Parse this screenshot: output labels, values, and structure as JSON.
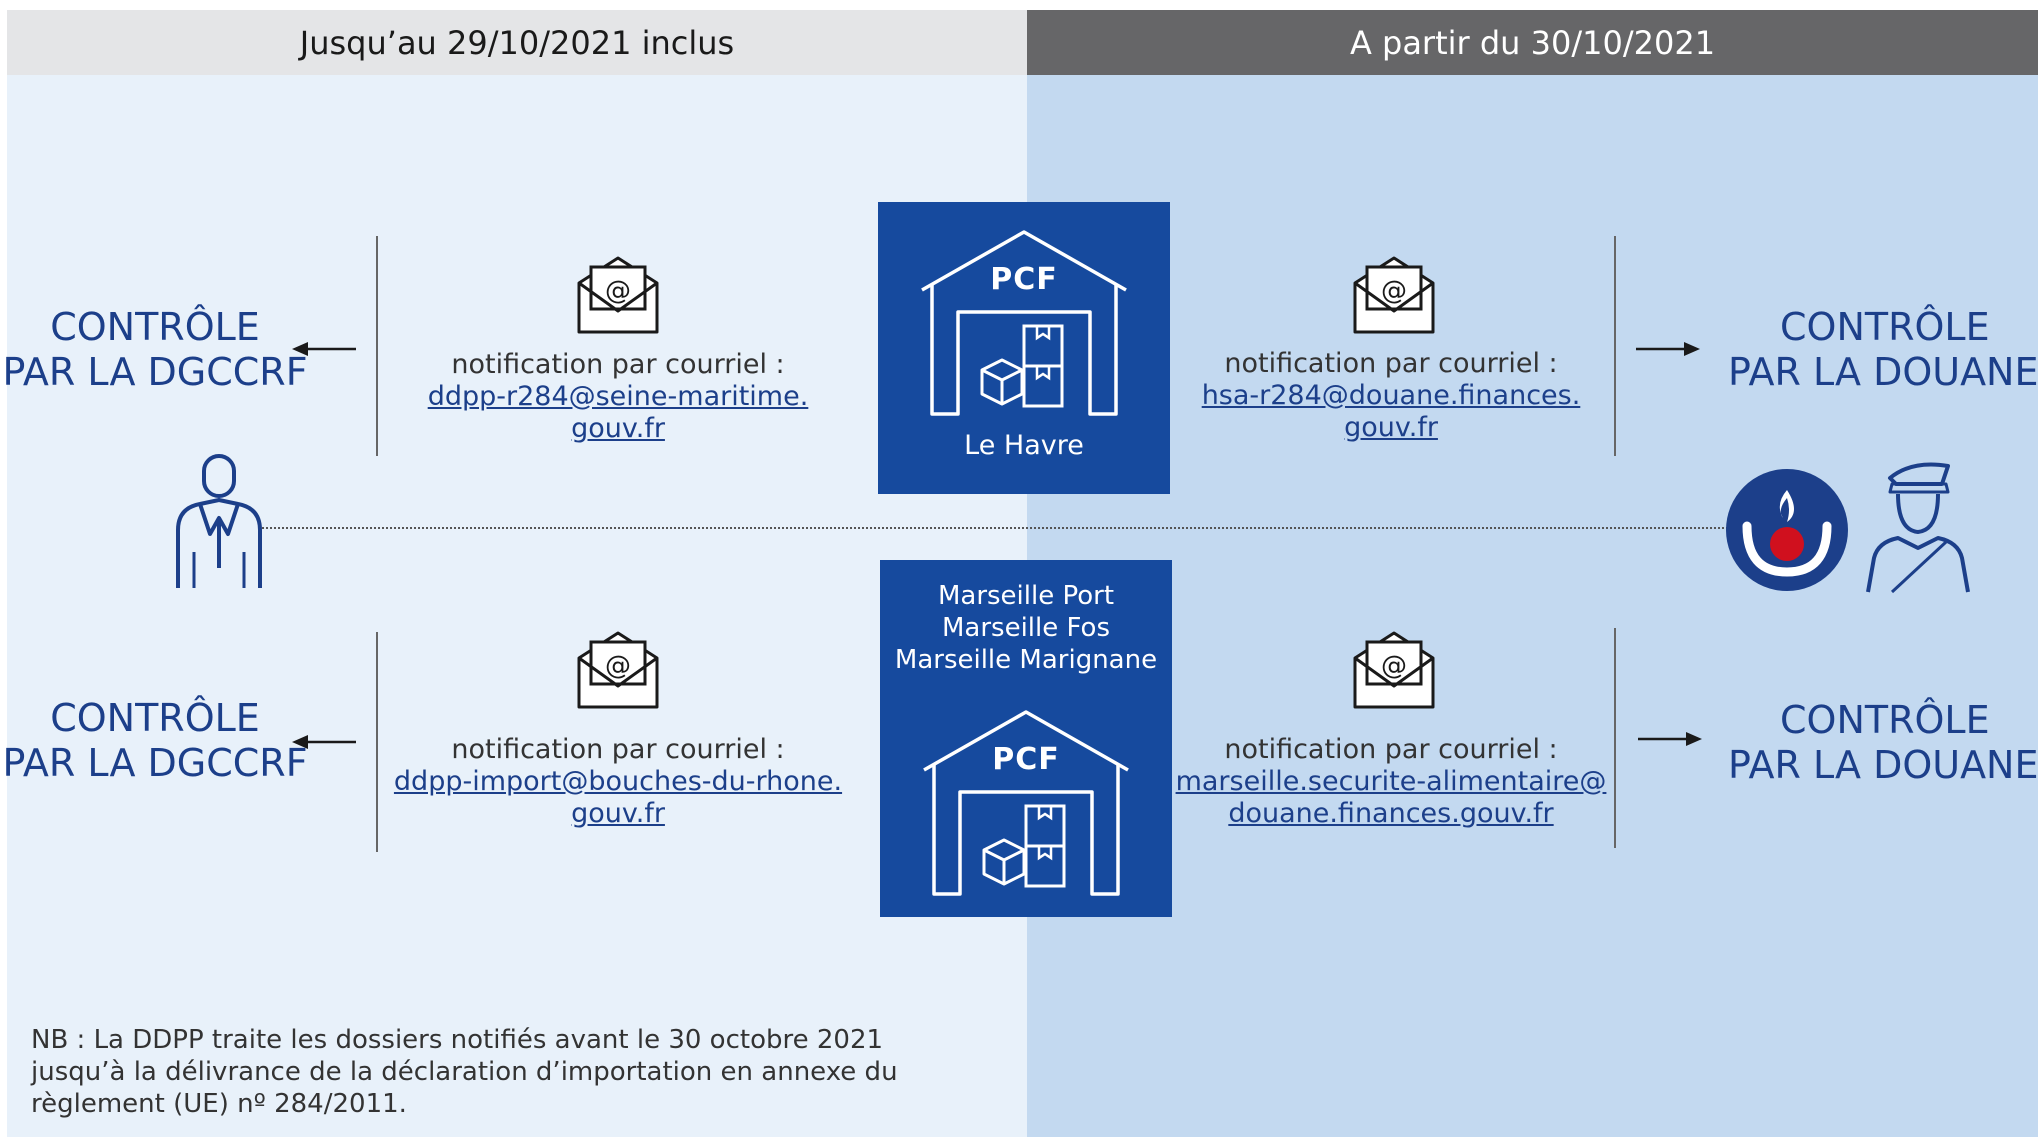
{
  "header": {
    "left": "Jusqu’au 29/10/2021 inclus",
    "right": "A partir du 30/10/2021"
  },
  "top": {
    "left_control": [
      "CONTRÔLE",
      "PAR LA DGCCRF"
    ],
    "left_notification": {
      "label": "notification par courriel :",
      "email_line1": "ddpp-r284@seine-maritime.",
      "email_line2": "gouv.fr"
    },
    "pcf": {
      "title": "PCF",
      "place": "Le Havre"
    },
    "right_notification": {
      "label": "notification par courriel :",
      "email_line1": "hsa-r284@douane.finances.",
      "email_line2": "gouv.fr"
    },
    "right_control": [
      "CONTRÔLE",
      "PAR LA DOUANE"
    ]
  },
  "bottom": {
    "left_control": [
      "CONTRÔLE",
      "PAR LA DGCCRF"
    ],
    "left_notification": {
      "label": "notification par courriel :",
      "email_line1": "ddpp-import@bouches-du-rhone.",
      "email_line2": "gouv.fr"
    },
    "pcf": {
      "places": [
        "Marseille Port",
        "Marseille Fos",
        "Marseille Marignane"
      ],
      "title": "PCF"
    },
    "right_notification": {
      "label": "notification par courriel :",
      "email_line1": "marseille.securite-alimentaire@",
      "email_line2": "douane.finances.gouv.fr"
    },
    "right_control": [
      "CONTRÔLE",
      "PAR LA DOUANE"
    ]
  },
  "note": {
    "line1": "NB : La DDPP traite les dossiers notifiés avant le 30 octobre 2021",
    "line2": "jusqu’à la délivrance de la déclaration d’importation en annexe du",
    "line3": "règlement (UE) nº 284/2011."
  },
  "colors": {
    "navy": "#1c3f8a",
    "pcf_blue": "#164a9e",
    "left_bg": "#e8f1fa",
    "right_bg": "#c3d9f0",
    "header_left": "#e4e5e7",
    "header_right": "#666668",
    "douane_red": "#d0101e"
  },
  "icons": {
    "email": "envelope-at-icon",
    "warehouse": "warehouse-icon",
    "inspector": "person-icon",
    "douane_logo": "douane-logo",
    "customs_officer": "customs-officer-icon"
  }
}
